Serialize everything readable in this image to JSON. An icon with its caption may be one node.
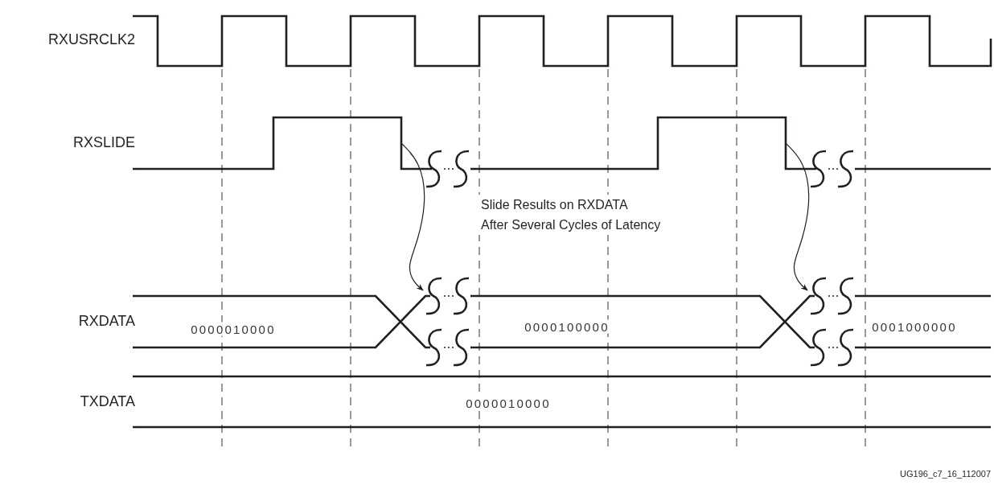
{
  "diagram": {
    "caption": "UG196_c7_16_112007",
    "nodes": [
      {
        "text": [
          "RXUSRCLK2"
        ]
      },
      {
        "text": [
          "RXSLIDE"
        ]
      },
      {
        "text": [
          "RXDATA",
          "0000010000",
          "0000100000",
          "0001000000"
        ]
      },
      {
        "text": [
          "TXDATA",
          "0000010000"
        ]
      }
    ],
    "edges": [
      {
        "from": 1,
        "to": 2,
        "arrow": "to"
      },
      {
        "from": 1,
        "to": 2,
        "arrow": "to"
      }
    ],
    "labels": [
      "Slide Results on RXDATA After Several Cycles of Latency"
    ]
  }
}
